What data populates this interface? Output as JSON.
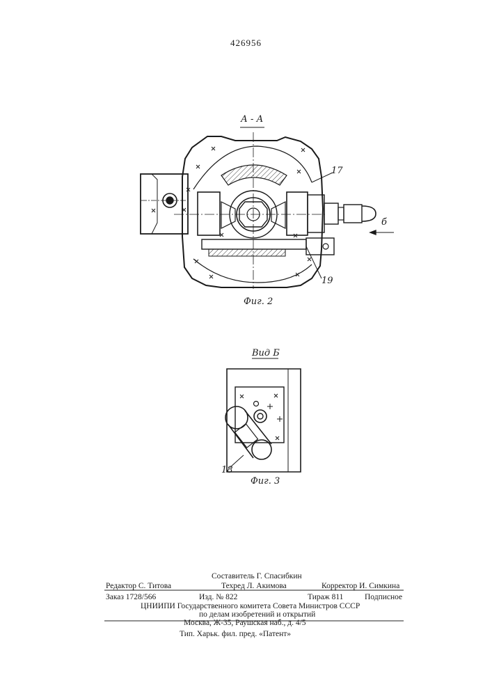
{
  "patent_number": "426956",
  "figure2": {
    "section_label": "А - А",
    "caption": "Фиг. 2",
    "callouts": {
      "part17": "17",
      "part19": "19",
      "view_arrow": "б"
    }
  },
  "figure3": {
    "view_label": "Вид Б",
    "caption": "Фиг. 3",
    "callouts": {
      "part18": "18"
    }
  },
  "footer": {
    "compiler": "Составитель Г. Спасибкин",
    "editor": "Редактор С. Титова",
    "techred": "Техред Л. Акимова",
    "corrector": "Корректор И. Симкина",
    "order": "Заказ 1728/566",
    "edition": "Изд. № 822",
    "circulation": "Тираж 811",
    "subscription": "Подписное",
    "institute_line1": "ЦНИИПИ Государственного комитета Совета Министров СССР",
    "institute_line2": "по делам изобретений и открытий",
    "institute_line3": "Москва, Ж-35, Раушская наб., д. 4/5",
    "printer": "Тип. Харьк. фил. пред. «Патент»"
  }
}
